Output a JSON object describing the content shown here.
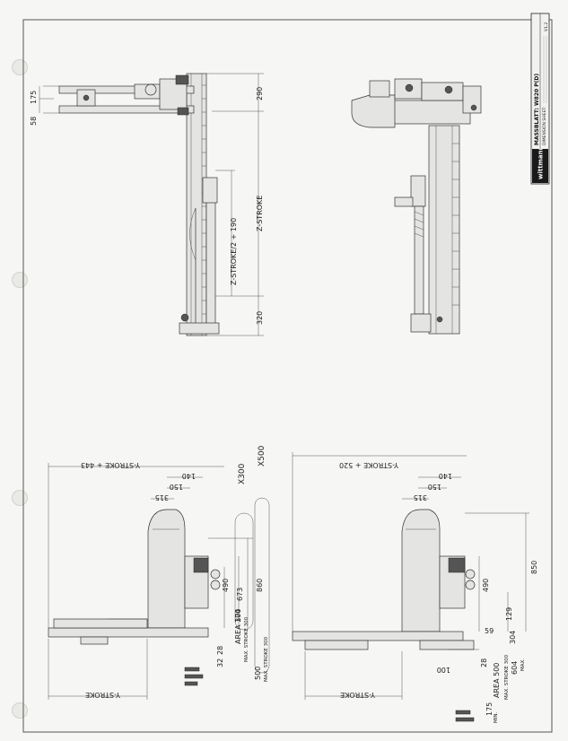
{
  "title_block": {
    "brand": "wittmann",
    "line1": "MASSBLATT: W820 P(D)",
    "line2": "DIMENSION SHEET:",
    "revision": "V1.2"
  },
  "top_left_view": {
    "dim_175": "175",
    "dim_58": "58",
    "dim_290": "290",
    "dim_320": "320",
    "z_stroke": "Z-STROKE",
    "z_stroke_half": "Z-STROKE/2 + 190"
  },
  "bottom_left_view": {
    "y_stroke_top": "Y-STROKE + 443",
    "dim_140": "140",
    "dim_150": "150",
    "dim_315": "315",
    "x300": "X300",
    "x500": "X500",
    "dim_860": "860",
    "dim_673": "673",
    "dim_490": "490",
    "dim_28": "28",
    "dim_32": "32",
    "area300": "AREA 300",
    "area300_note": "MAX. STROKE 300",
    "dim_174": "174",
    "dim_500": "500",
    "dim_500_note": "MAX. STROKE 300",
    "y_stroke_bottom": "Y-STROKE"
  },
  "bottom_right_view": {
    "y_stroke_top": "Y-STROKE + 520",
    "dim_140": "140",
    "dim_150": "150",
    "dim_315": "315",
    "dim_850": "850",
    "dim_490": "490",
    "dim_129": "129",
    "dim_59": "59",
    "dim_304": "304",
    "dim_28": "28",
    "dim_100": "100",
    "area500": "AREA 500",
    "area500_note": "MAX. STROKE 300",
    "dim_604": "604",
    "dim_604_note": "MAX.",
    "dim_175": "175",
    "dim_175_note": "MIN.",
    "y_stroke_bottom": "Y-STROKE"
  }
}
